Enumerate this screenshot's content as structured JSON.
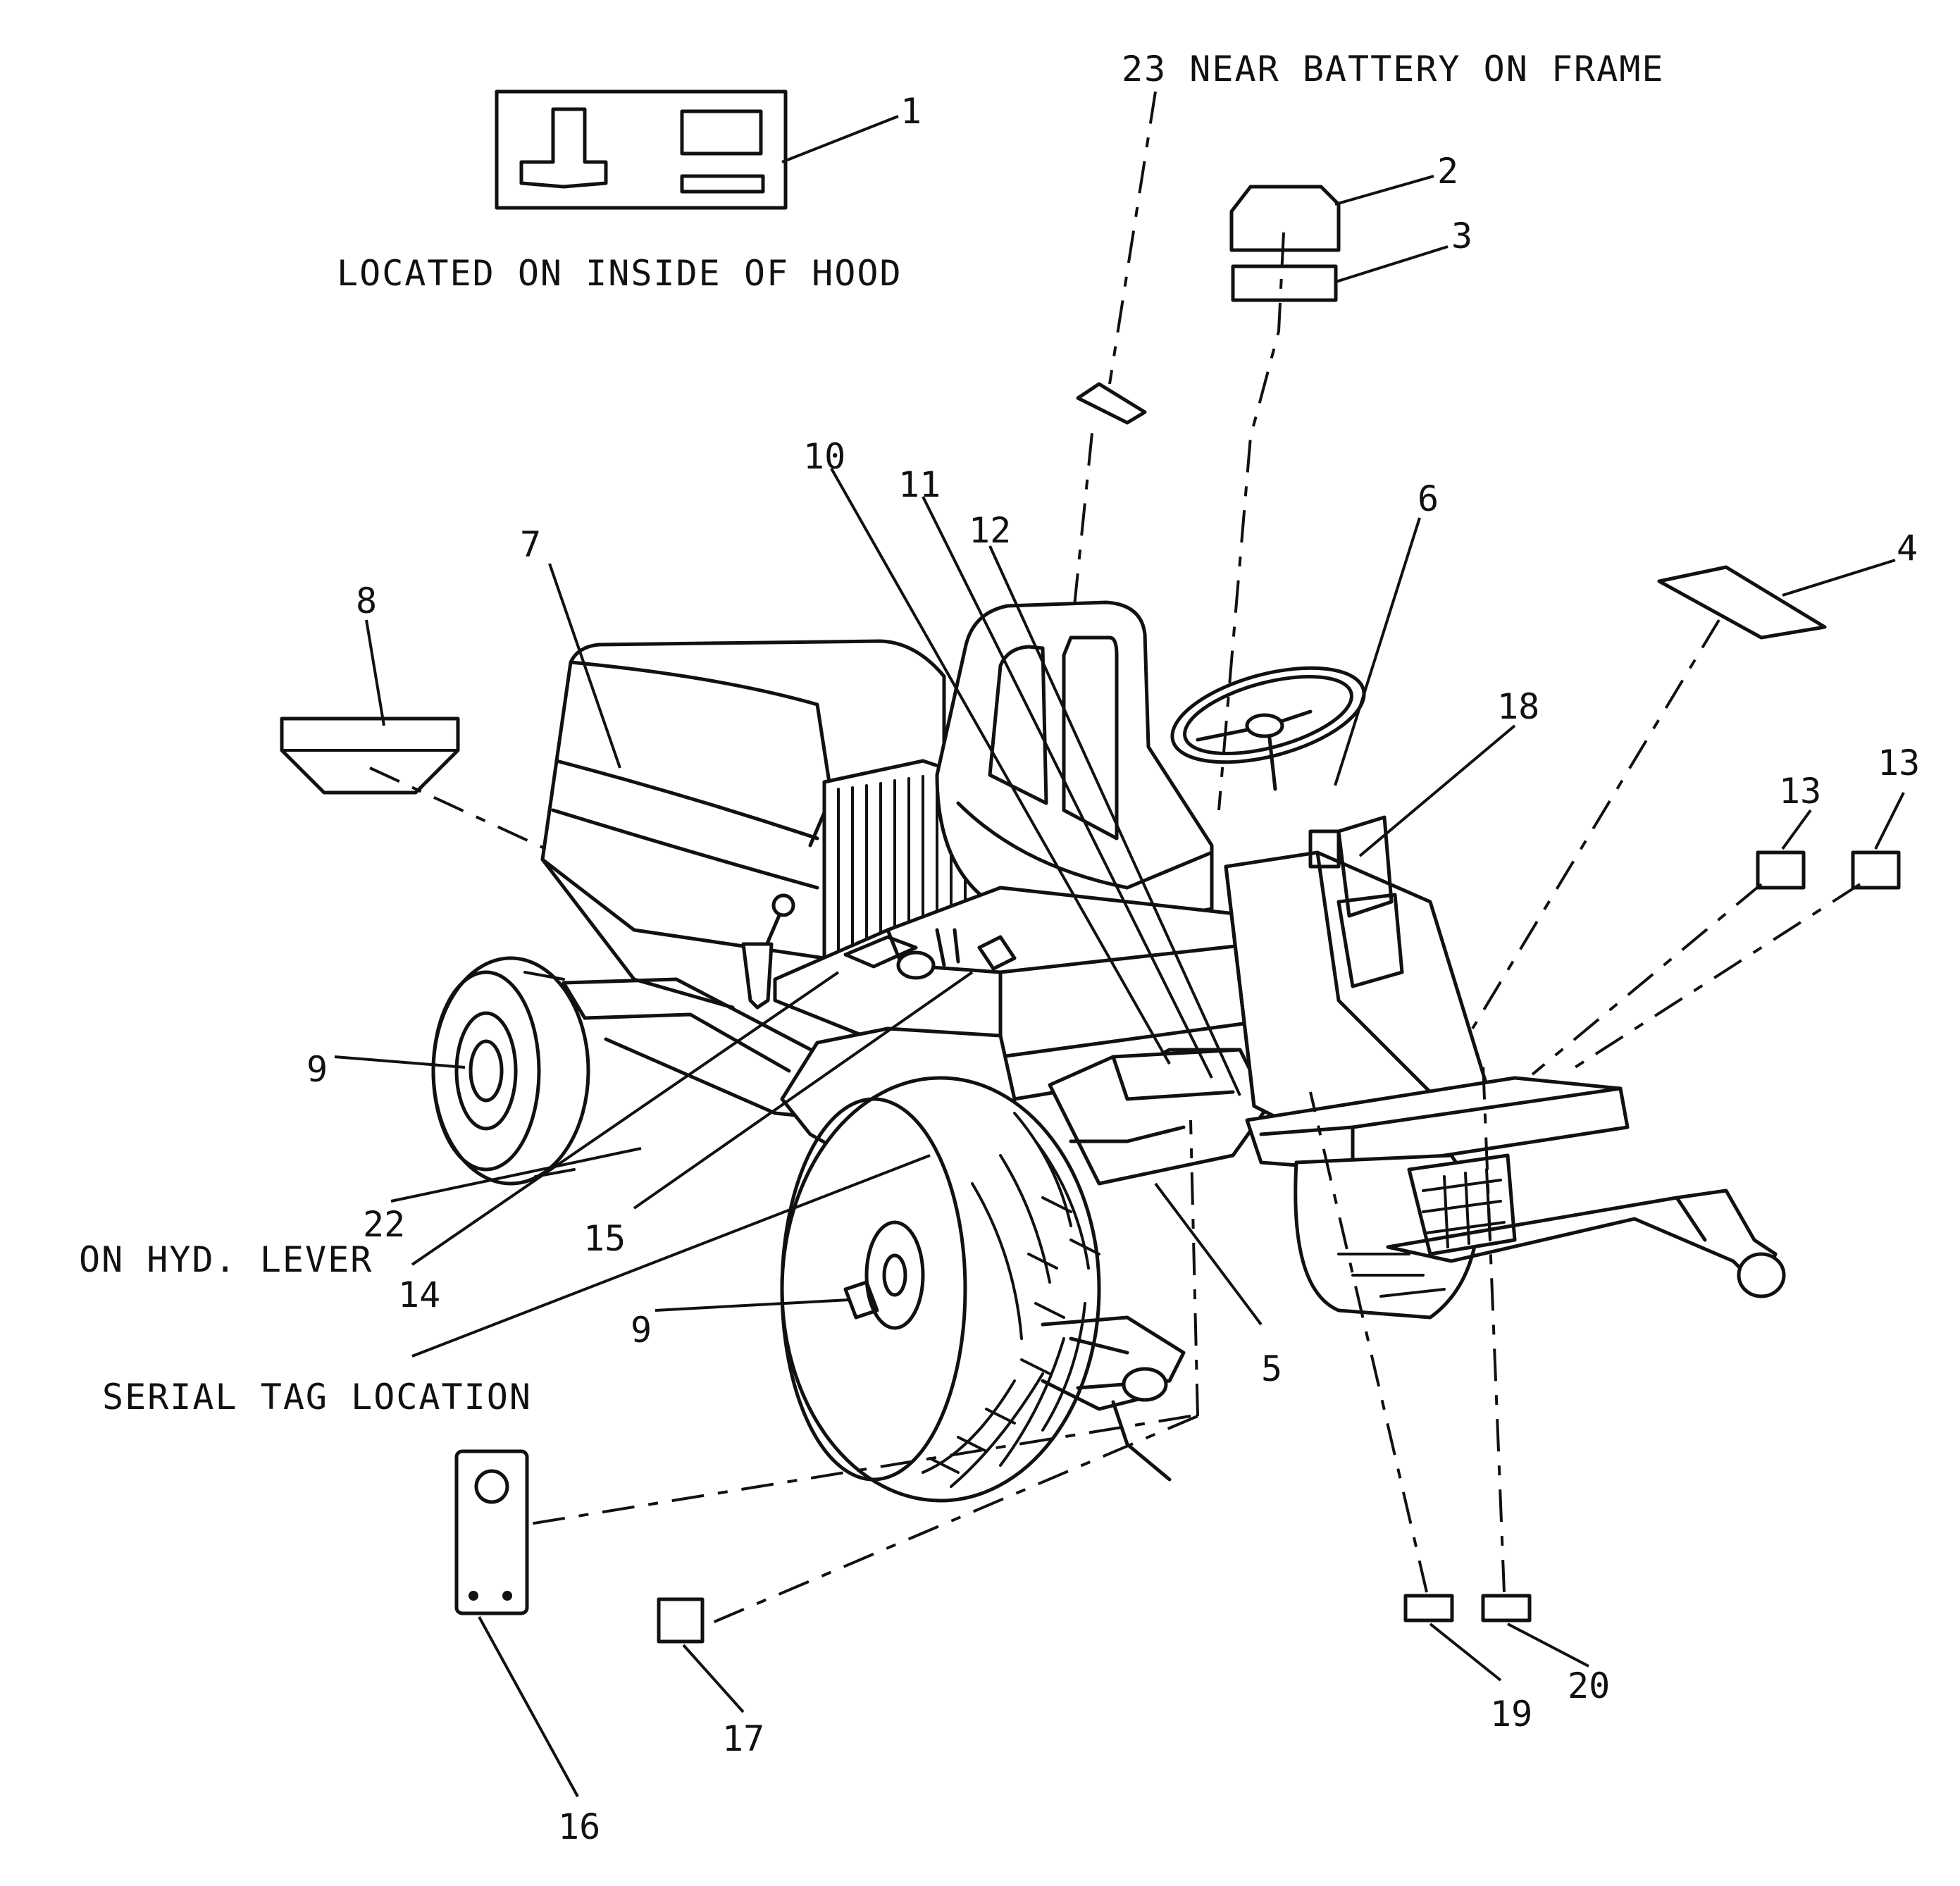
{
  "captions": {
    "hood": "LOCATED ON INSIDE OF HOOD",
    "battery": "23 NEAR BATTERY ON FRAME",
    "hyd_lever": "ON HYD. LEVER",
    "serial_tag": "SERIAL TAG LOCATION"
  },
  "callouts": {
    "c1": "1",
    "c2": "2",
    "c3": "3",
    "c4": "4",
    "c5": "5",
    "c6": "6",
    "c7": "7",
    "c8": "8",
    "c9a": "9",
    "c9b": "9",
    "c10": "10",
    "c11": "11",
    "c12": "12",
    "c13a": "13",
    "c13b": "13",
    "c14": "14",
    "c15": "15",
    "c16": "16",
    "c17": "17",
    "c18": "18",
    "c19": "19",
    "c20": "20",
    "c22": "22"
  }
}
